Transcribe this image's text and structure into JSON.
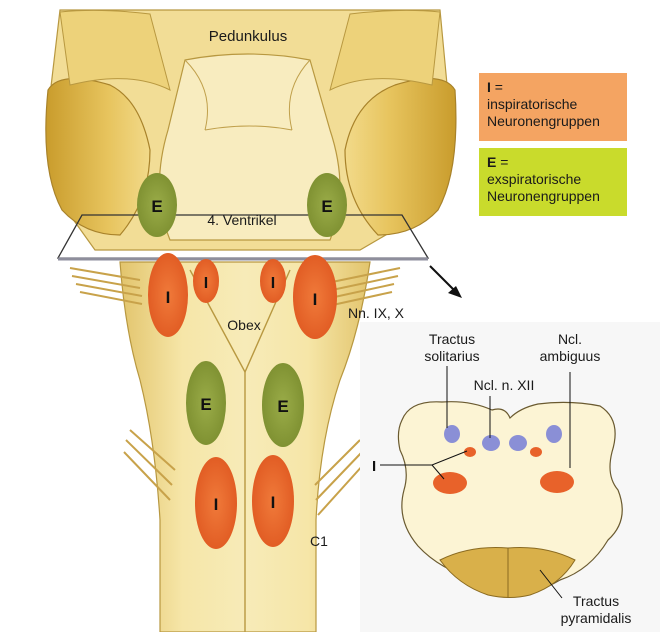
{
  "legend": {
    "inspiratory": {
      "symbol": "I",
      "eq": "=",
      "line1": "inspiratorische",
      "line2": "Neuronengruppen",
      "color": "#f4a462"
    },
    "expiratory": {
      "symbol": "E",
      "eq": "=",
      "line1": "exspiratorische",
      "line2": "Neuronengruppen",
      "color": "#c9db2c"
    }
  },
  "labels": {
    "pedunculus": "Pedunkulus",
    "ventricle": "4. Ventrikel",
    "nerves": "Nn. IX, X",
    "obex": "Obex",
    "c1": "C1",
    "tractus_solitarius_1": "Tractus",
    "tractus_solitarius_2": "solitarius",
    "ncl_xii": "Ncl. n. XII",
    "ncl_ambiguus_1": "Ncl.",
    "ncl_ambiguus_2": "ambiguus",
    "i_label": "I",
    "tractus_pyr_1": "Tractus",
    "tractus_pyr_2": "pyramidalis"
  },
  "marks": {
    "E": "E",
    "I": "I"
  },
  "colors": {
    "tissue": "#f3e3a3",
    "tissue_dark": "#d8b550",
    "inspiratory": "#e8622a",
    "expiratory": "#8a9c3a",
    "hypoglossal": "#8a8fd6",
    "cross_section": "#fbf3cf"
  }
}
